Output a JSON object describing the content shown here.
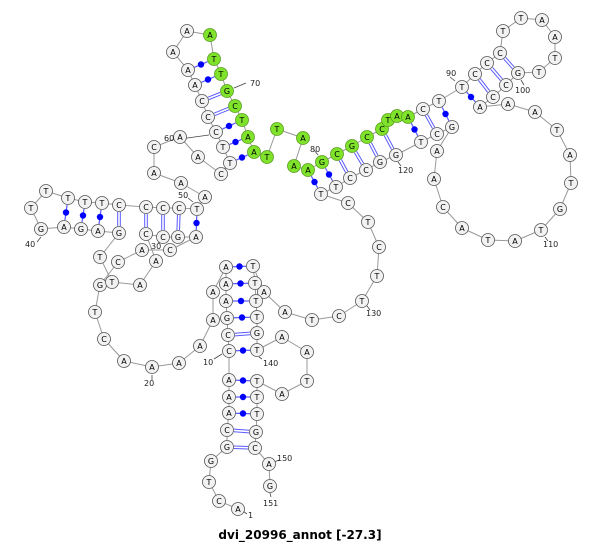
{
  "title": "dvi_20996_annot [-27.3]",
  "sequence": "ACTGGCAAACCGAAAAAAAAACTGCACAGCCAATTGAGAGTTTTTCCCCTAAACAACTTCCCAAAAATTGCTAATTAAAGCGCCTAACTTCCCTTAATTGCCAAATATGTATACAAGCTGGCCTTCTCTTCTAATTTTGTAATATTTGCAG",
  "highlighted_range": [
    67,
    87
  ],
  "colors": {
    "highlight": "#7fe32b",
    "node": "#f2f2f2",
    "pair_dot": "#0000ff",
    "pair_line": "#5a5aff",
    "backbone": "#999999"
  },
  "pairs": [
    [
      5,
      149
    ],
    [
      6,
      148
    ],
    [
      7,
      147
    ],
    [
      8,
      146
    ],
    [
      9,
      145
    ],
    [
      10,
      140
    ],
    [
      11,
      139
    ],
    [
      12,
      138
    ],
    [
      13,
      137
    ],
    [
      14,
      136
    ],
    [
      15,
      135
    ],
    [
      28,
      50
    ],
    [
      29,
      49
    ],
    [
      30,
      48
    ],
    [
      31,
      47
    ],
    [
      36,
      46
    ],
    [
      37,
      45
    ],
    [
      38,
      44
    ],
    [
      39,
      43
    ],
    [
      58,
      74
    ],
    [
      59,
      73
    ],
    [
      60,
      72
    ],
    [
      61,
      71
    ],
    [
      62,
      70
    ],
    [
      63,
      69
    ],
    [
      64,
      68
    ],
    [
      79,
      125
    ],
    [
      80,
      124
    ],
    [
      81,
      123
    ],
    [
      82,
      122
    ],
    [
      83,
      121
    ],
    [
      84,
      120
    ],
    [
      87,
      119
    ],
    [
      88,
      118
    ],
    [
      89,
      117
    ],
    [
      90,
      103
    ],
    [
      91,
      102
    ],
    [
      92,
      101
    ],
    [
      93,
      100
    ]
  ],
  "number_labels": [
    "1",
    "10",
    "20",
    "30",
    "40",
    "50",
    "60",
    "70",
    "80",
    "90",
    "100",
    "110",
    "120",
    "130",
    "140",
    "150",
    "151"
  ]
}
